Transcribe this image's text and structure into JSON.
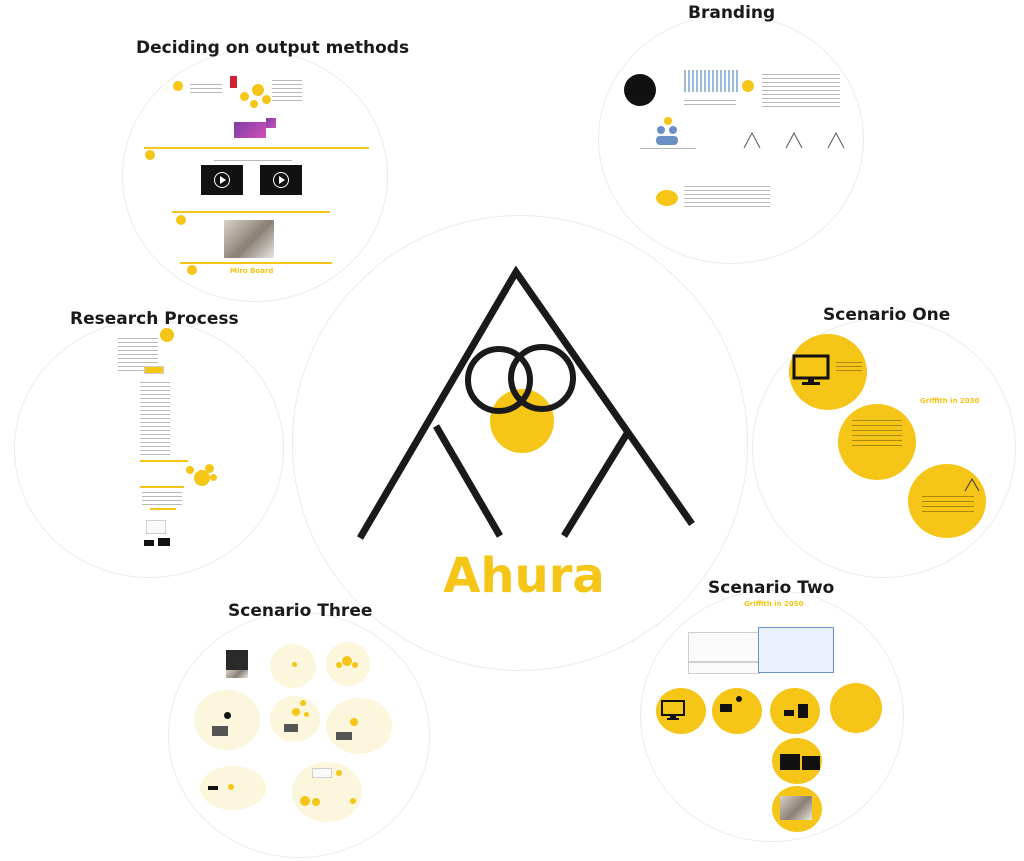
{
  "canvas": {
    "brand_name": "Ahura",
    "accent_color": "#f5c518",
    "ink_color": "#1a1a1a"
  },
  "frames": {
    "output_methods": {
      "title": "Deciding on output methods",
      "footer": "Miro Board"
    },
    "branding": {
      "title": "Branding"
    },
    "research": {
      "title": "Research Process"
    },
    "scenario_one": {
      "title": "Scenario One",
      "subtitle": "Griffith in 2030"
    },
    "scenario_two": {
      "title": "Scenario Two",
      "subtitle": "Griffith in 2050"
    },
    "scenario_three": {
      "title": "Scenario Three"
    }
  },
  "icons": [
    "ahura-logo-icon",
    "video-play-icon",
    "monitor-icon",
    "people-icon",
    "triangle-icon",
    "network-icon"
  ]
}
